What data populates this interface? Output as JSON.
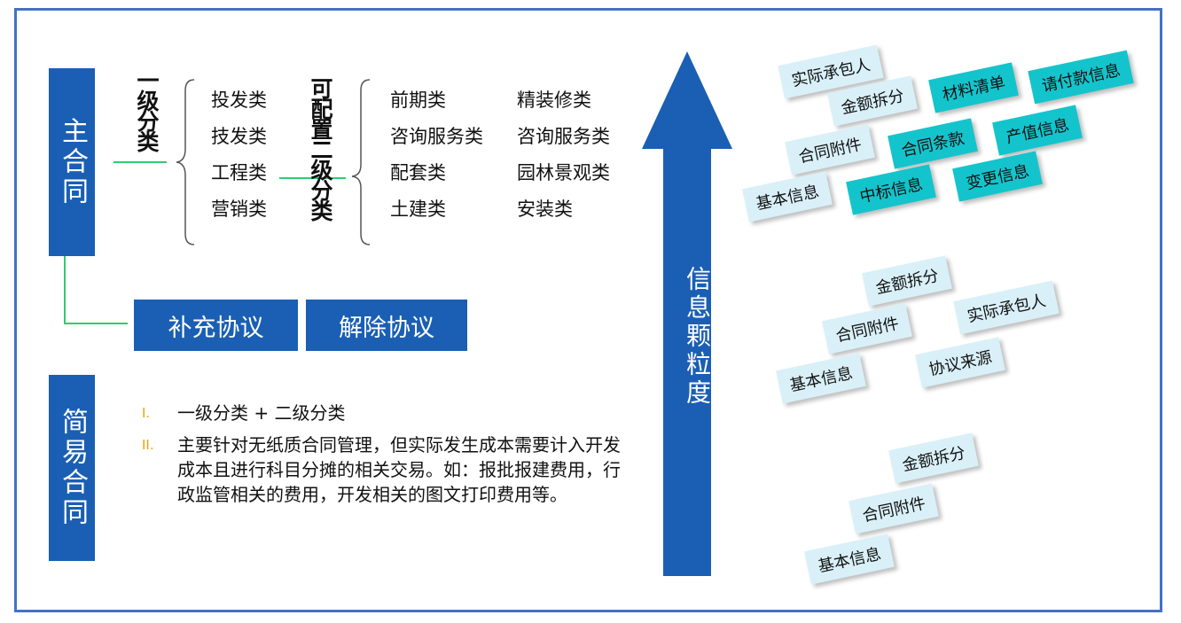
{
  "main_contract": "主合同",
  "simple_contract": "简易合同",
  "level1": {
    "title": "一级分类",
    "items": [
      "投发类",
      "技发类",
      "工程类",
      "营销类"
    ]
  },
  "level2": {
    "title": "可配置二级分类",
    "col1": [
      "前期类",
      "咨询服务类",
      "配套类",
      "土建类"
    ],
    "col2": [
      "精装修类",
      "咨询服务类",
      "园林景观类",
      "安装类"
    ]
  },
  "buttons": {
    "supplement": "补充协议",
    "cancel": "解除协议"
  },
  "simple_notes": [
    {
      "num": "I.",
      "text": "一级分类 + 二级分类"
    },
    {
      "num": "II.",
      "text": "主要针对无纸质合同管理，但实际发生成本需要计入开发成本且进行科目分摊的相关交易。如：报批报建费用，行政监管相关的费用，开发相关的图文打印费用等。"
    }
  ],
  "arrow_label": "信息颗粒度",
  "group1": {
    "light": [
      "实际承包人",
      "金额拆分",
      "合同附件",
      "基本信息"
    ],
    "teal": [
      "材料清单",
      "请付款信息",
      "合同条款",
      "产值信息",
      "中标信息",
      "变更信息"
    ]
  },
  "group2": {
    "light": [
      "金额拆分",
      "实际承包人",
      "合同附件",
      "协议来源",
      "基本信息"
    ]
  },
  "group3": {
    "light": [
      "金额拆分",
      "合同附件",
      "基本信息"
    ]
  },
  "colors": {
    "primary": "#1a5fb4",
    "frame": "#4472c4",
    "teal": "#14c4cc",
    "light": "#d9f0f8",
    "connector": "#2ecc71",
    "bullet": "#f0a500"
  }
}
